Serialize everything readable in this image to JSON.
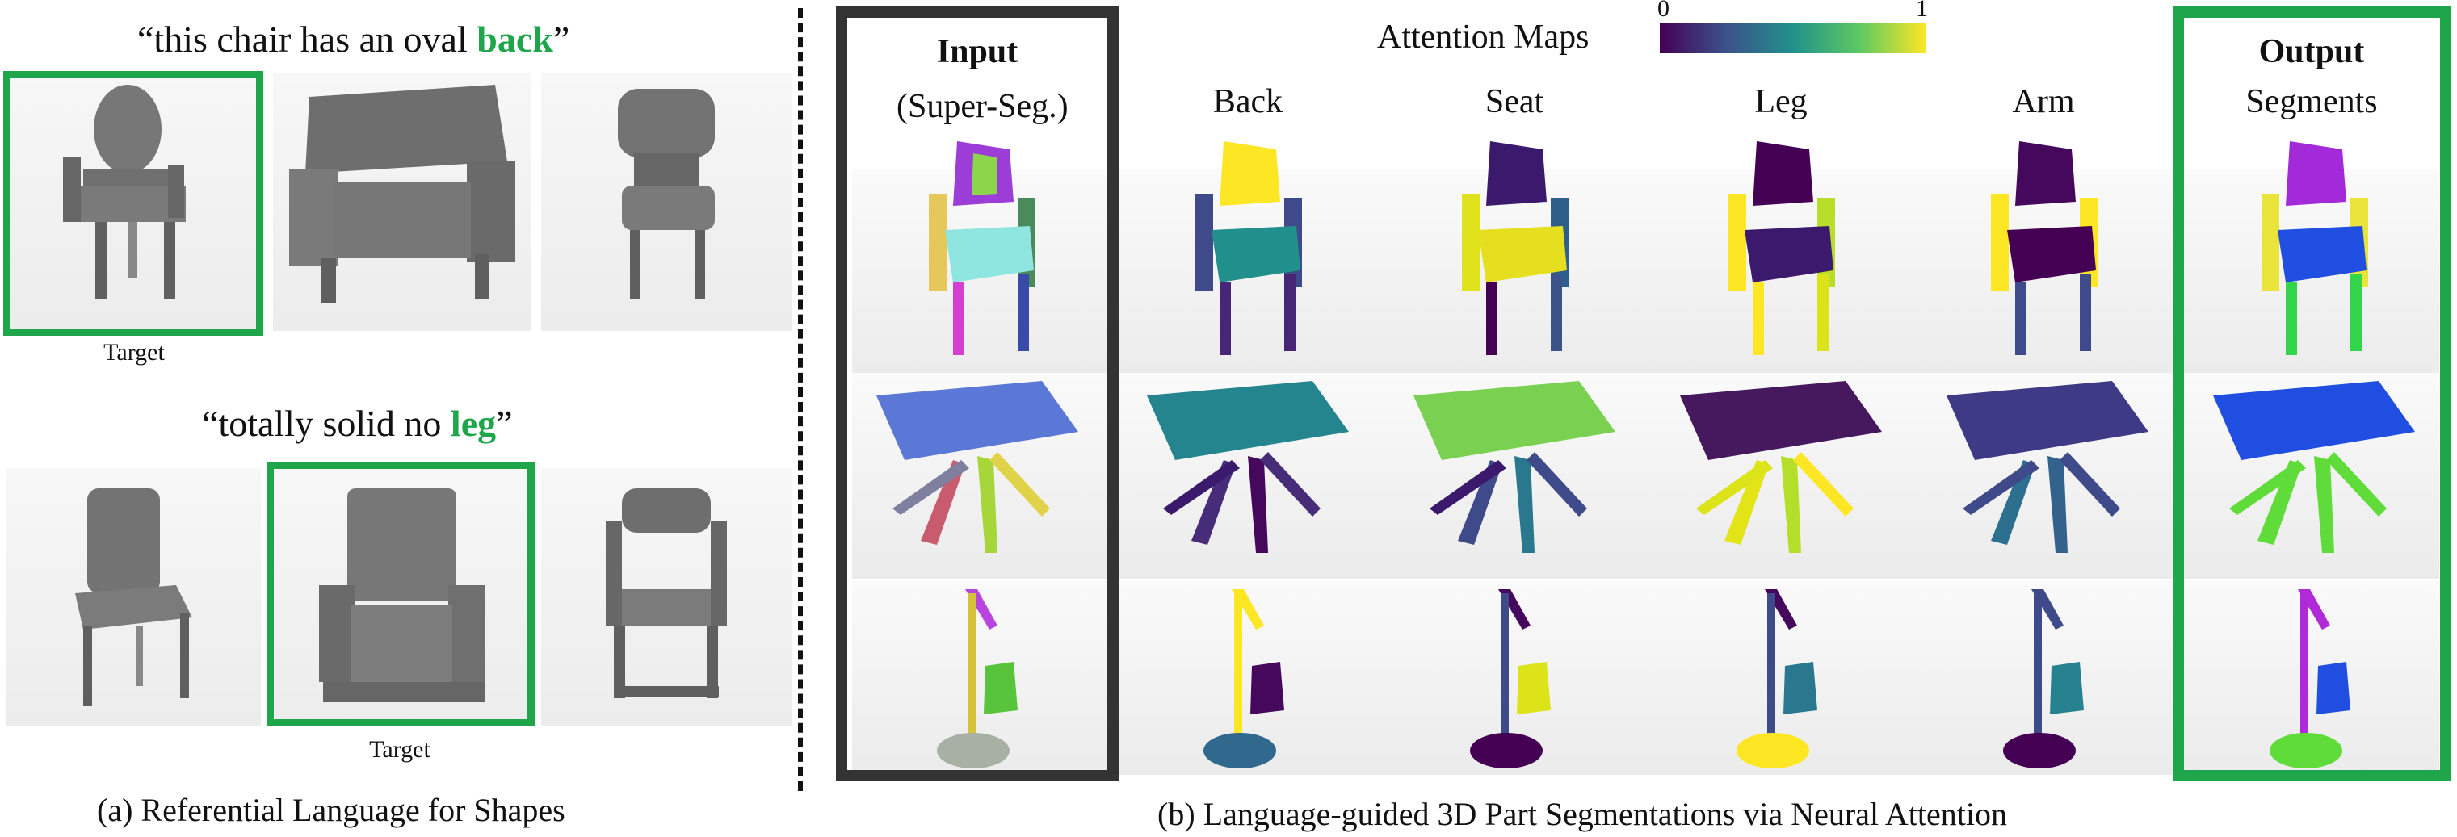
{
  "left_panel": {
    "quote1": {
      "open": "“this chair has an oval ",
      "emph": "back",
      "close": "”"
    },
    "quote2": {
      "open": "“totally solid no ",
      "emph": "leg",
      "close": "”"
    },
    "target_label_1": "Target",
    "target_label_2": "Target",
    "caption": "(a) Referential Language for Shapes"
  },
  "right_panel": {
    "input_title": "Input",
    "input_sub": "(Super-Seg.)",
    "attention_title": "Attention Maps",
    "colorbar_min": "0",
    "colorbar_max": "1",
    "columns": [
      "Back",
      "Seat",
      "Leg",
      "Arm"
    ],
    "output_title": "Output",
    "output_sub": "Segments",
    "caption": "(b) Language-guided 3D Part Segmentations via Neural Attention"
  },
  "colors": {
    "target_green": "#1fa64b",
    "input_frame": "#333333",
    "viridis_low": "#440154",
    "viridis_mid": "#21918c",
    "viridis_high": "#fde725"
  }
}
